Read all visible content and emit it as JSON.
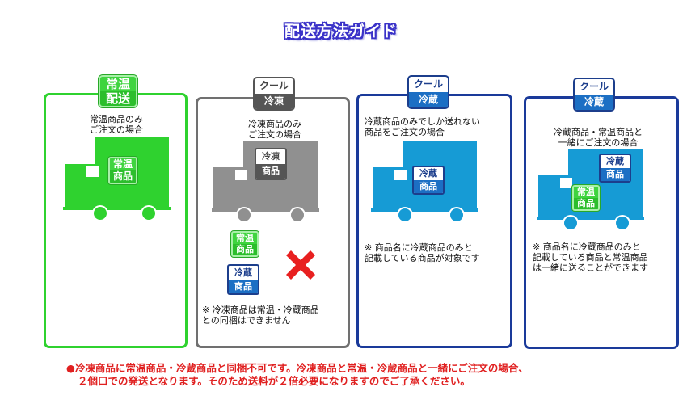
{
  "title": "配送方法ガイド",
  "panels": {
    "normal": {
      "badge": {
        "line1": "常温",
        "line2": "配送"
      },
      "description": [
        "常温商品のみ",
        "ご注文の場合"
      ],
      "truck_label": {
        "line1": "常温",
        "line2": "商品"
      }
    },
    "frozen": {
      "badge": {
        "line1": "クール",
        "line2": "冷凍"
      },
      "description": [
        "冷凍商品のみ",
        "ご注文の場合"
      ],
      "truck_label": {
        "line1": "冷凍",
        "line2": "商品"
      },
      "bad_items": [
        {
          "line1": "常温",
          "line2": "商品"
        },
        {
          "line1": "冷蔵",
          "line2": "商品"
        }
      ],
      "note": [
        "※ 冷凍商品は常温・冷蔵商品",
        "との同梱はできません"
      ]
    },
    "chilled": {
      "badge": {
        "line1": "クール",
        "line2": "冷蔵"
      },
      "description": [
        "冷蔵商品のみでしか送れない",
        "商品をご注文の場合"
      ],
      "truck_label": {
        "line1": "冷蔵",
        "line2": "商品"
      },
      "note": [
        "※ 商品名に冷蔵商品のみと",
        "記載している商品が対象です"
      ]
    },
    "chilled_mixed": {
      "badge": {
        "line1": "クール",
        "line2": "冷蔵"
      },
      "description": [
        "冷蔵商品・常温商品と",
        "一緒にご注文の場合"
      ],
      "truck_labels": [
        {
          "line1": "冷蔵",
          "line2": "商品"
        },
        {
          "line1": "常温",
          "line2": "商品"
        }
      ],
      "note": [
        "※ 商品名に冷蔵商品のみと",
        "記載している商品と常温商品",
        "は一緒に送ることができます"
      ]
    }
  },
  "footer": [
    "●冷凍商品に常温商品・冷蔵商品と同梱不可です。冷凍商品と常温・冷蔵商品と一緒にご注文の場合、",
    "２個口での発送となります。そのため送料が２倍必要になりますのでご了承ください。"
  ],
  "colors": {
    "green": "#2fd22f",
    "gray": "#909090",
    "blue": "#169bd5",
    "navy": "#1a3a9a",
    "red": "#e02020"
  }
}
